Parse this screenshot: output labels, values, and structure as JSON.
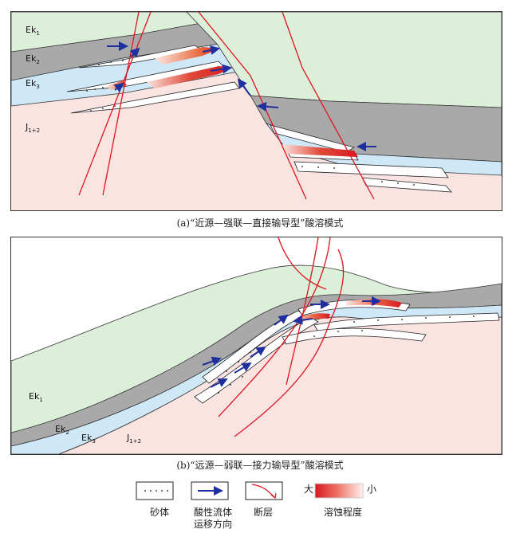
{
  "panel_a": {
    "caption": "(a)“近源—强联—直接输导型”酸溶模式",
    "units": {
      "ek1": "Ek",
      "ek1_sub": "1",
      "ek2": "Ek",
      "ek2_sub": "2",
      "ek3": "Ek",
      "ek3_sub": "3",
      "j": "J",
      "j_sub": "1+2"
    }
  },
  "panel_b": {
    "caption": "(b)“远源—弱联—接力输导型”酸溶模式",
    "units": {
      "ek1": "Ek",
      "ek1_sub": "1",
      "ek2": "Ek",
      "ek2_sub": "2",
      "ek3": "Ek",
      "ek3_sub": "3",
      "j": "J",
      "j_sub": "1+2"
    }
  },
  "legend": {
    "sand_label": "砂体",
    "flow_label_line1": "酸性流体",
    "flow_label_line2": "运移方向",
    "fault_label": "断层",
    "gradient_high": "大",
    "gradient_low": "小",
    "gradient_label": "溶蚀程度"
  },
  "colors": {
    "ek1": "#dcefd9",
    "ek2": "#a9a9a9",
    "ek3": "#cfe8f7",
    "j": "#f9e4e2",
    "fault": "#e0141e",
    "arrow": "#1f2f9e",
    "dissolution_high": "#d71920"
  }
}
